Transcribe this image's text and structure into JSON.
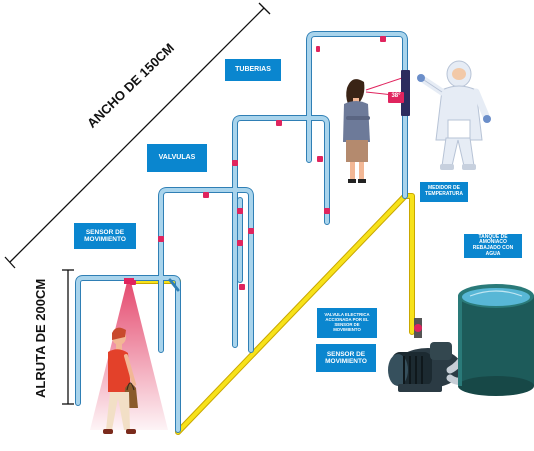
{
  "labels": {
    "tuberias": "TUBERIAS",
    "valvulas": "VALVULAS",
    "sensor_movimiento_1": "SENSOR DE MOVIMIENTO",
    "sensor_movimiento_2": "SENSOR DE MOVIMIENTO",
    "medidor_temperatura": "MEDIDOR DE TEMPERATURA",
    "valvula_electrica": "VALVULA ELECTRICA ACCIONADA POR EL SENSOR DE MOVIMIENTO",
    "tanque": "Tanque de amoniaco rebajado con agua"
  },
  "dimensions": {
    "ancho": "ANCHO DE 150CM",
    "altura": "ALRUTA DE 200CM"
  },
  "temperature_display": "38°",
  "colors": {
    "label_bg": "#0a86cf",
    "pipe": "#a9d4ec",
    "pipe_outline": "#2f7fb5",
    "yellow_pipe": "#f7e21a",
    "valve": "#e0245e",
    "tank": "#1d5b5a",
    "water": "#58b7d6"
  }
}
